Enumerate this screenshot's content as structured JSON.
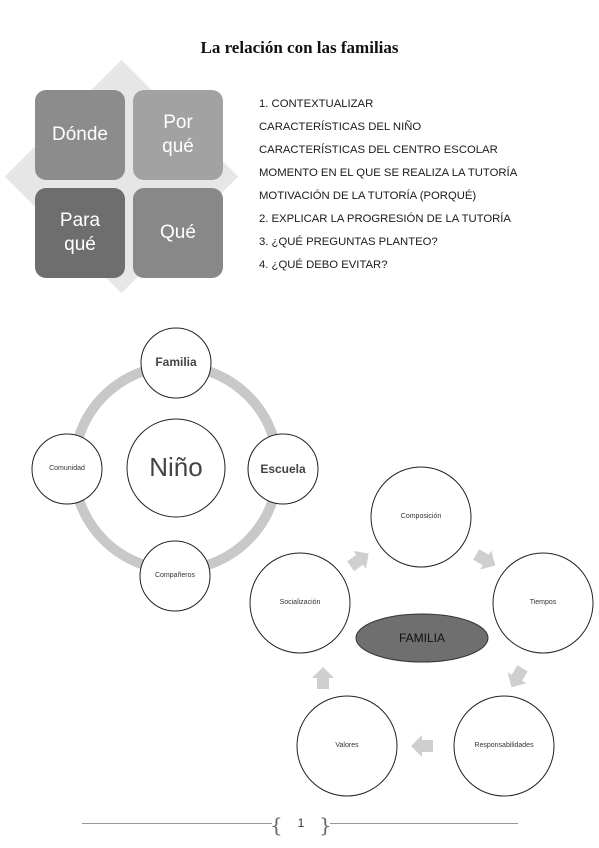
{
  "title": "La relación con las familias",
  "quad": {
    "tiles": [
      "Dónde",
      "Por qué",
      "Para qué",
      "Qué"
    ]
  },
  "steps": [
    "1. CONTEXTUALIZAR",
    "CARACTERÍSTICAS DEL NIÑO",
    "CARACTERÍSTICAS DEL CENTRO ESCOLAR",
    "MOMENTO EN EL QUE SE REALIZA LA TUTORÍA",
    "MOTIVACIÓN DE LA TUTORÍA (PORQUÉ)",
    "2. EXPLICAR LA PROGRESIÓN DE LA TUTORÍA",
    "3. ¿QUÉ PREGUNTAS PLANTEO?",
    "4. ¿QUÉ DEBO EVITAR?"
  ],
  "nino_diagram": {
    "center": "Niño",
    "top": "Familia",
    "right": "Escuela",
    "bottom": "Compañeros",
    "left": "Comunidad"
  },
  "familia_cycle": {
    "center": "FAMILIA",
    "items": [
      "Composición",
      "Tiempos",
      "Responsabilidades",
      "Valores",
      "Socialización"
    ]
  },
  "footer": {
    "page": "1"
  },
  "colors": {
    "ring": "#c8c8c8",
    "arrow": "#cfcfcf",
    "ellipse": "#6f6f6f"
  }
}
